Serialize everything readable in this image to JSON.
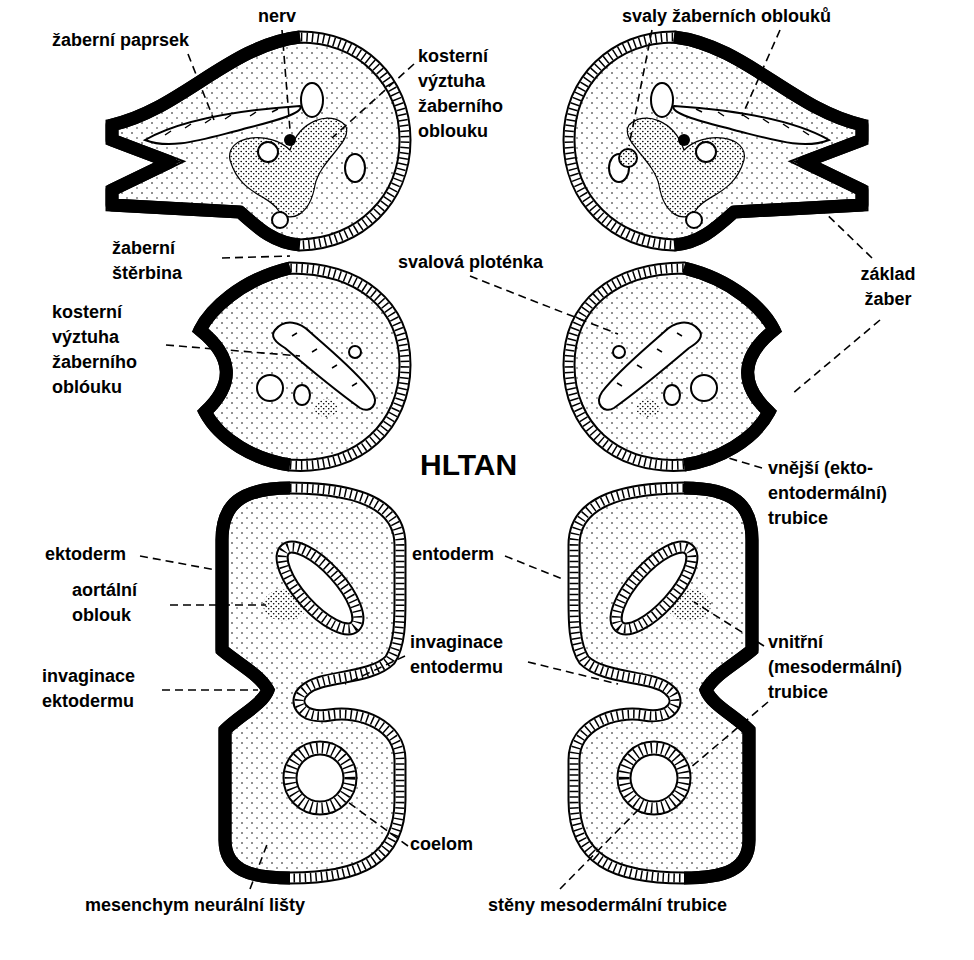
{
  "diagram": {
    "labels": [
      "nerv",
      "žaberní paprsek",
      "kosterní výztuha žaberního oblouku",
      "svaly žaberních oblouků",
      "žaberní štěrbina",
      "svalová ploténka",
      "základ žaber",
      "kosterní výztuha žaberního oblóuku",
      "HLTAN",
      "vnější (ekto- entodermální) trubice",
      "ektoderm",
      "entoderm",
      "aortální oblouk",
      "invaginace entodermu",
      "vnitřní (mesodermální) trubice",
      "invaginace ektodermu",
      "coelom",
      "mesenchym neurální lišty",
      "stěny mesodermální trubice"
    ]
  }
}
